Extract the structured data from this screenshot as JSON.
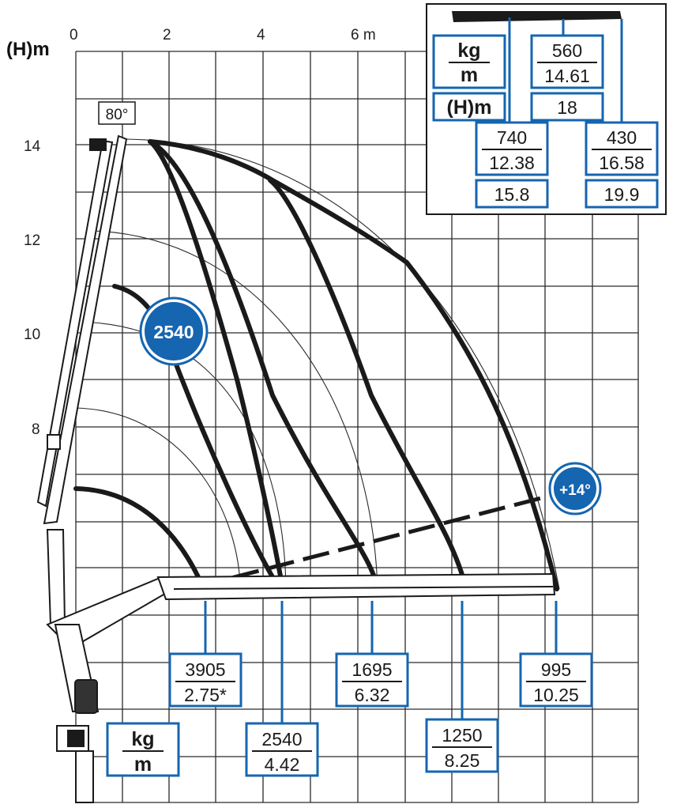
{
  "axes": {
    "y_title": "(H)m",
    "x_ticks": [
      "0",
      "2",
      "4",
      "6 m"
    ],
    "y_ticks": [
      "14",
      "12",
      "10",
      "8"
    ]
  },
  "angle_label": "80°",
  "badges": {
    "max_load": "2540",
    "extra_angle": "+14°"
  },
  "legend": {
    "top_kg": "kg",
    "top_m": "m",
    "top_h": "(H)m",
    "bottom_kg": "kg",
    "bottom_m": "m"
  },
  "jib_loads": [
    {
      "kg": "560",
      "m": "14.61",
      "h": "18"
    },
    {
      "kg": "740",
      "m": "12.38",
      "h": "15.8"
    },
    {
      "kg": "430",
      "m": "16.58",
      "h": "19.9"
    }
  ],
  "loads": [
    {
      "kg": "3905",
      "m": "2.75*"
    },
    {
      "kg": "2540",
      "m": "4.42"
    },
    {
      "kg": "1695",
      "m": "6.32"
    },
    {
      "kg": "1250",
      "m": "8.25"
    },
    {
      "kg": "995",
      "m": "10.25"
    }
  ],
  "colors": {
    "accent": "#1565b0",
    "grid": "#222222",
    "curve": "#1a1a1a"
  }
}
